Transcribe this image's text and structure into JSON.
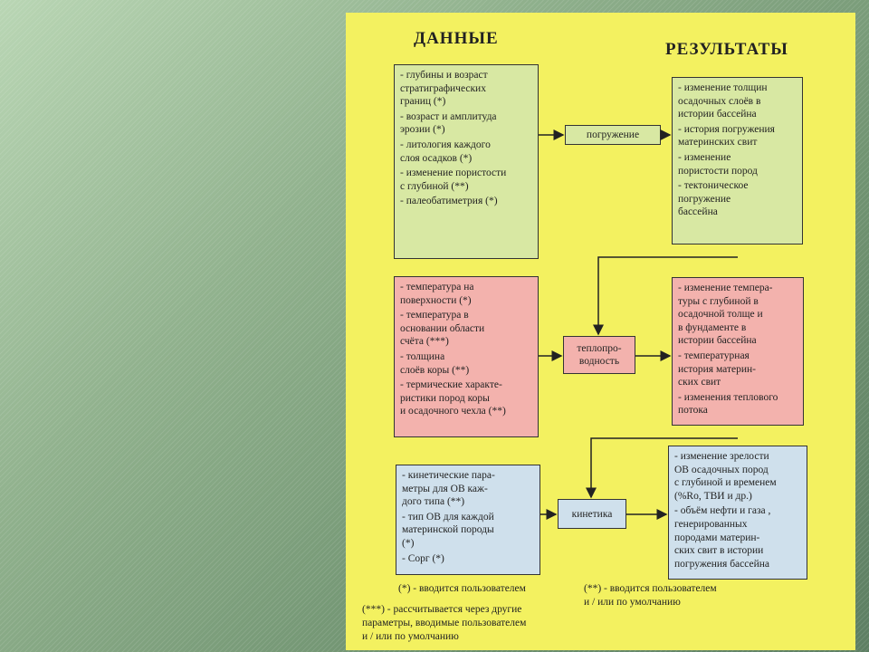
{
  "headings": {
    "data": "ДАННЫЕ",
    "results": "РЕЗУЛЬТАТЫ"
  },
  "row1": {
    "inputs": [
      "- глубины и возраст\n   стратиграфических\n   границ     (*)",
      "- возраст и амплитуда\n   эрозии    (*)",
      "- литология каждого\n   слоя осадков      (*)",
      "- изменение пористости\n   с глубиной    (**)",
      "- палеобатиметрия (*)"
    ],
    "process": "погружение",
    "outputs": [
      "- изменение толщин\n   осадочных слоёв в\n   истории бассейна",
      "- история погружения\n   материнских свит",
      "- изменение\n   пористости пород",
      "- тектоническое\n   погружение\n   бассейна"
    ]
  },
  "row2": {
    "inputs": [
      "- температура на\n   поверхности      (*)",
      "- температура в\n   основании области\n   счёта    (***)",
      "- толщина\n   слоёв коры   (**)",
      "- термические характе-\n   ристики пород коры\n   и осадочного чехла (**)"
    ],
    "process": "теплопро-\nводность",
    "outputs": [
      "- изменение темпера-\n   туры с глубиной в\n   осадочной толще и\n   в фундаменте в\n   истории бассейна",
      "- температурная\n   история материн-\n   ских свит",
      "- изменения теплового\n   потока"
    ]
  },
  "row3": {
    "inputs": [
      "- кинетические пара-\n   метры для ОВ каж-\n   дого типа  (**)",
      "- тип ОВ для каждой\n   материнской породы\n   (*)",
      "- Сорг    (*)"
    ],
    "process": "кинетика",
    "outputs": [
      "- изменение зрелости\n   ОВ осадочных пород\n   с глубиной и временем\n   (%Ro, ТВИ и др.)",
      "- объём нефти и газа ,\n   генерированных\n   породами материн-\n   ских свит в истории\n   погружения бассейна"
    ]
  },
  "notes": {
    "single": "(*) - вводится пользователем",
    "double": "(**) - вводится пользователем\n         и / или по умолчанию",
    "triple": "(***) - рассчитывается через другие\n            параметры, вводимые пользователем\n            и / или по умолчанию"
  },
  "colors": {
    "slide": "#f3f160",
    "green": "#d8e8a3",
    "pink": "#f3b2ad",
    "blue": "#cfe0ec"
  }
}
